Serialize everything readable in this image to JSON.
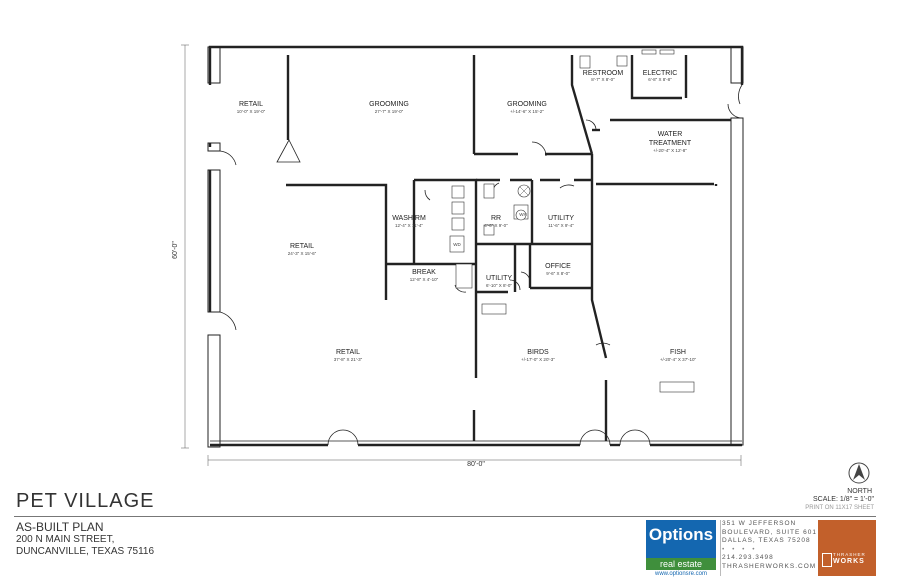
{
  "rooms": [
    {
      "id": "retail-nw",
      "name": "RETAIL",
      "dims": "10'-0\" X 19'-0\""
    },
    {
      "id": "grooming-1",
      "name": "GROOMING",
      "dims": "27'-7\" X 19'-0\""
    },
    {
      "id": "grooming-2",
      "name": "GROOMING",
      "dims": "+/-14'-6\" X 15'-2\""
    },
    {
      "id": "restroom",
      "name": "RESTROOM",
      "dims": "8'-7\" X 8'-0\""
    },
    {
      "id": "electric",
      "name": "ELECTRIC",
      "dims": "6'-8\" X 8'-8\""
    },
    {
      "id": "water-treatment",
      "name": "WATER TREATMENT",
      "dims": "+/-20'-4\" X 12'-8\""
    },
    {
      "id": "retail-w",
      "name": "RETAIL",
      "dims": "24'-3\" X 15'-6\""
    },
    {
      "id": "wash-rm",
      "name": "WASH RM",
      "dims": "12'-4\" X 11'-4\""
    },
    {
      "id": "rr",
      "name": "RR",
      "dims": "4'-6\" X 9'-0\""
    },
    {
      "id": "utility-1",
      "name": "UTILITY",
      "dims": "11'-6\" X 9'-4\""
    },
    {
      "id": "break",
      "name": "BREAK",
      "dims": "12'-8\" X 4'-10\""
    },
    {
      "id": "utility-2",
      "name": "UTILITY",
      "dims": "6'-10\" X 8'-0\""
    },
    {
      "id": "office",
      "name": "OFFICE",
      "dims": "9'-6\" X 8'-0\""
    },
    {
      "id": "retail-s",
      "name": "RETAIL",
      "dims": "37'-8\" X 21'-3\""
    },
    {
      "id": "birds",
      "name": "BIRDS",
      "dims": "+/-17'-0\" X 20'-3\""
    },
    {
      "id": "fish",
      "name": "FISH",
      "dims": "+/-20'-4\" X 37'-10\""
    }
  ],
  "fixtures": {
    "wd": "WD",
    "wh": "WH"
  },
  "dimensions": {
    "width": "80'-0\"",
    "height": "60'-0\""
  },
  "title_block": {
    "project": "PET VILLAGE",
    "plan_type": "AS-BUILT PLAN",
    "address_line1": "200 N MAIN STREET,",
    "address_line2": "DUNCANVILLE, TEXAS 75116",
    "north": "NORTH",
    "scale": "SCALE: 1/8\" = 1'-0\"",
    "print_note": "PRINT ON 11X17 SHEET"
  },
  "broker": {
    "logo_word": "Options",
    "logo_sub": "real estate",
    "website": "www.optionsre.com",
    "address1": "351 W JEFFERSON",
    "address2": "BOULEVARD, SUITE 601",
    "address3": "DALLAS, TEXAS 75208",
    "dots": "• • • •",
    "phone": "214.293.3498",
    "web2": "THRASHERWORKS.COM",
    "partner_small": "THRASHER",
    "partner_big": "WORKS"
  },
  "colors": {
    "options_blue": "#1467b0",
    "options_green": "#3f8f3c",
    "thrasher_orange": "#c2602b"
  }
}
